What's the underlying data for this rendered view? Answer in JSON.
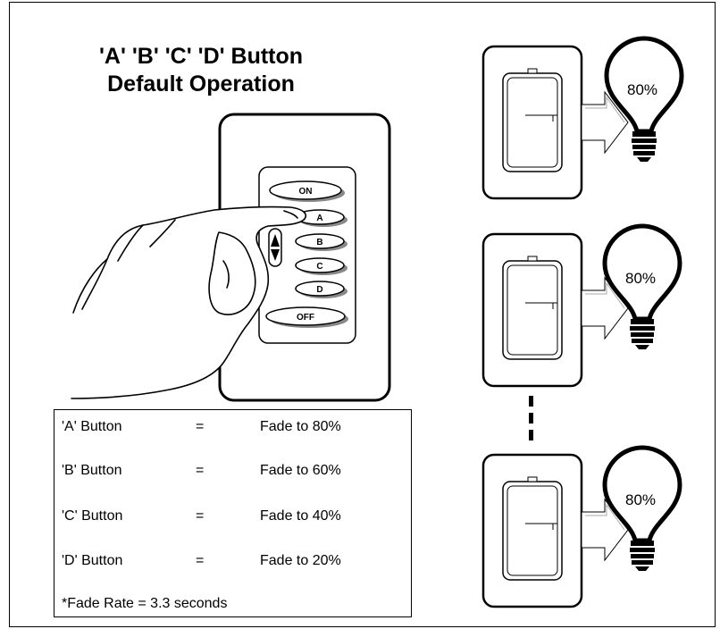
{
  "title": {
    "line1": "'A' 'B' 'C' 'D' Button",
    "line2": "Default Operation"
  },
  "keypad": {
    "buttons": [
      "ON",
      "A",
      "B",
      "C",
      "D",
      "OFF"
    ]
  },
  "table": {
    "rows": [
      {
        "button": "'A' Button",
        "eq": "=",
        "action": "Fade to 80%"
      },
      {
        "button": "'B' Button",
        "eq": "=",
        "action": "Fade to 60%"
      },
      {
        "button": "'C' Button",
        "eq": "=",
        "action": "Fade to 40%"
      },
      {
        "button": "'D' Button",
        "eq": "=",
        "action": "Fade to 20%"
      }
    ],
    "note": "*Fade Rate = 3.3 seconds"
  },
  "dimmers": [
    {
      "level": "80%"
    },
    {
      "level": "80%"
    },
    {
      "level": "80%"
    }
  ],
  "icons": [
    "keypad-icon",
    "hand-icon",
    "dimmer-switch-icon",
    "arrow-icon",
    "light-bulb-icon"
  ]
}
